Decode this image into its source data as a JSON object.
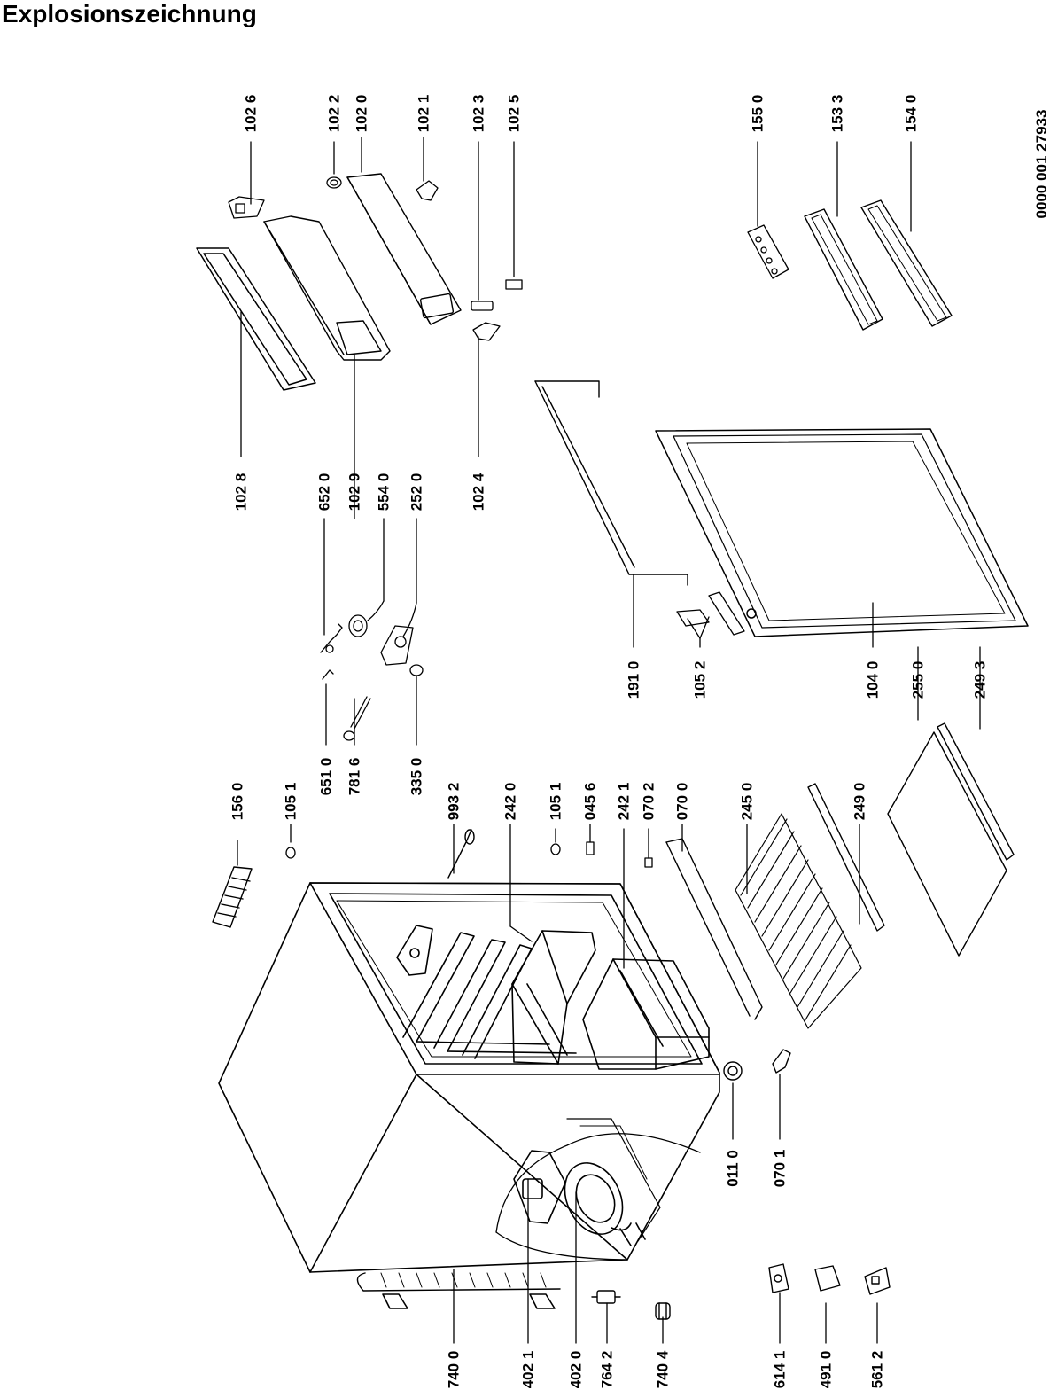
{
  "title": "Explosionszeichnung",
  "document_number": "0000 001 27933",
  "parts": [
    {
      "id": "p1026",
      "label": "102 6"
    },
    {
      "id": "p1022",
      "label": "102 2"
    },
    {
      "id": "p1020",
      "label": "102 0"
    },
    {
      "id": "p1021",
      "label": "102 1"
    },
    {
      "id": "p1023",
      "label": "102 3"
    },
    {
      "id": "p1025",
      "label": "102 5"
    },
    {
      "id": "p1550",
      "label": "155 0"
    },
    {
      "id": "p1533",
      "label": "153 3"
    },
    {
      "id": "p1540",
      "label": "154 0"
    },
    {
      "id": "p1028",
      "label": "102 8"
    },
    {
      "id": "p6520",
      "label": "652 0"
    },
    {
      "id": "p1029",
      "label": "102 9"
    },
    {
      "id": "p5540",
      "label": "554 0"
    },
    {
      "id": "p2520",
      "label": "252 0"
    },
    {
      "id": "p1024",
      "label": "102 4"
    },
    {
      "id": "p1910",
      "label": "191 0"
    },
    {
      "id": "p1052",
      "label": "105 2"
    },
    {
      "id": "p1040",
      "label": "104 0"
    },
    {
      "id": "p2550",
      "label": "255 0"
    },
    {
      "id": "p2493",
      "label": "249 3"
    },
    {
      "id": "p1560",
      "label": "156 0"
    },
    {
      "id": "p1051a",
      "label": "105 1"
    },
    {
      "id": "p6510",
      "label": "651 0"
    },
    {
      "id": "p7816",
      "label": "781 6"
    },
    {
      "id": "p3350",
      "label": "335 0"
    },
    {
      "id": "p9932",
      "label": "993 2"
    },
    {
      "id": "p2420",
      "label": "242 0"
    },
    {
      "id": "p1051b",
      "label": "105 1"
    },
    {
      "id": "p0456",
      "label": "045 6"
    },
    {
      "id": "p2421",
      "label": "242 1"
    },
    {
      "id": "p0702",
      "label": "070 2"
    },
    {
      "id": "p0700",
      "label": "070 0"
    },
    {
      "id": "p2450",
      "label": "245 0"
    },
    {
      "id": "p2490",
      "label": "249 0"
    },
    {
      "id": "p0110",
      "label": "011 0"
    },
    {
      "id": "p0701",
      "label": "070 1"
    },
    {
      "id": "p7400",
      "label": "740 0"
    },
    {
      "id": "p4021",
      "label": "402 1"
    },
    {
      "id": "p4020",
      "label": "402 0"
    },
    {
      "id": "p7642",
      "label": "764 2"
    },
    {
      "id": "p7404",
      "label": "740 4"
    },
    {
      "id": "p6141",
      "label": "614 1"
    },
    {
      "id": "p4910",
      "label": "491 0"
    },
    {
      "id": "p5612",
      "label": "561 2"
    }
  ]
}
